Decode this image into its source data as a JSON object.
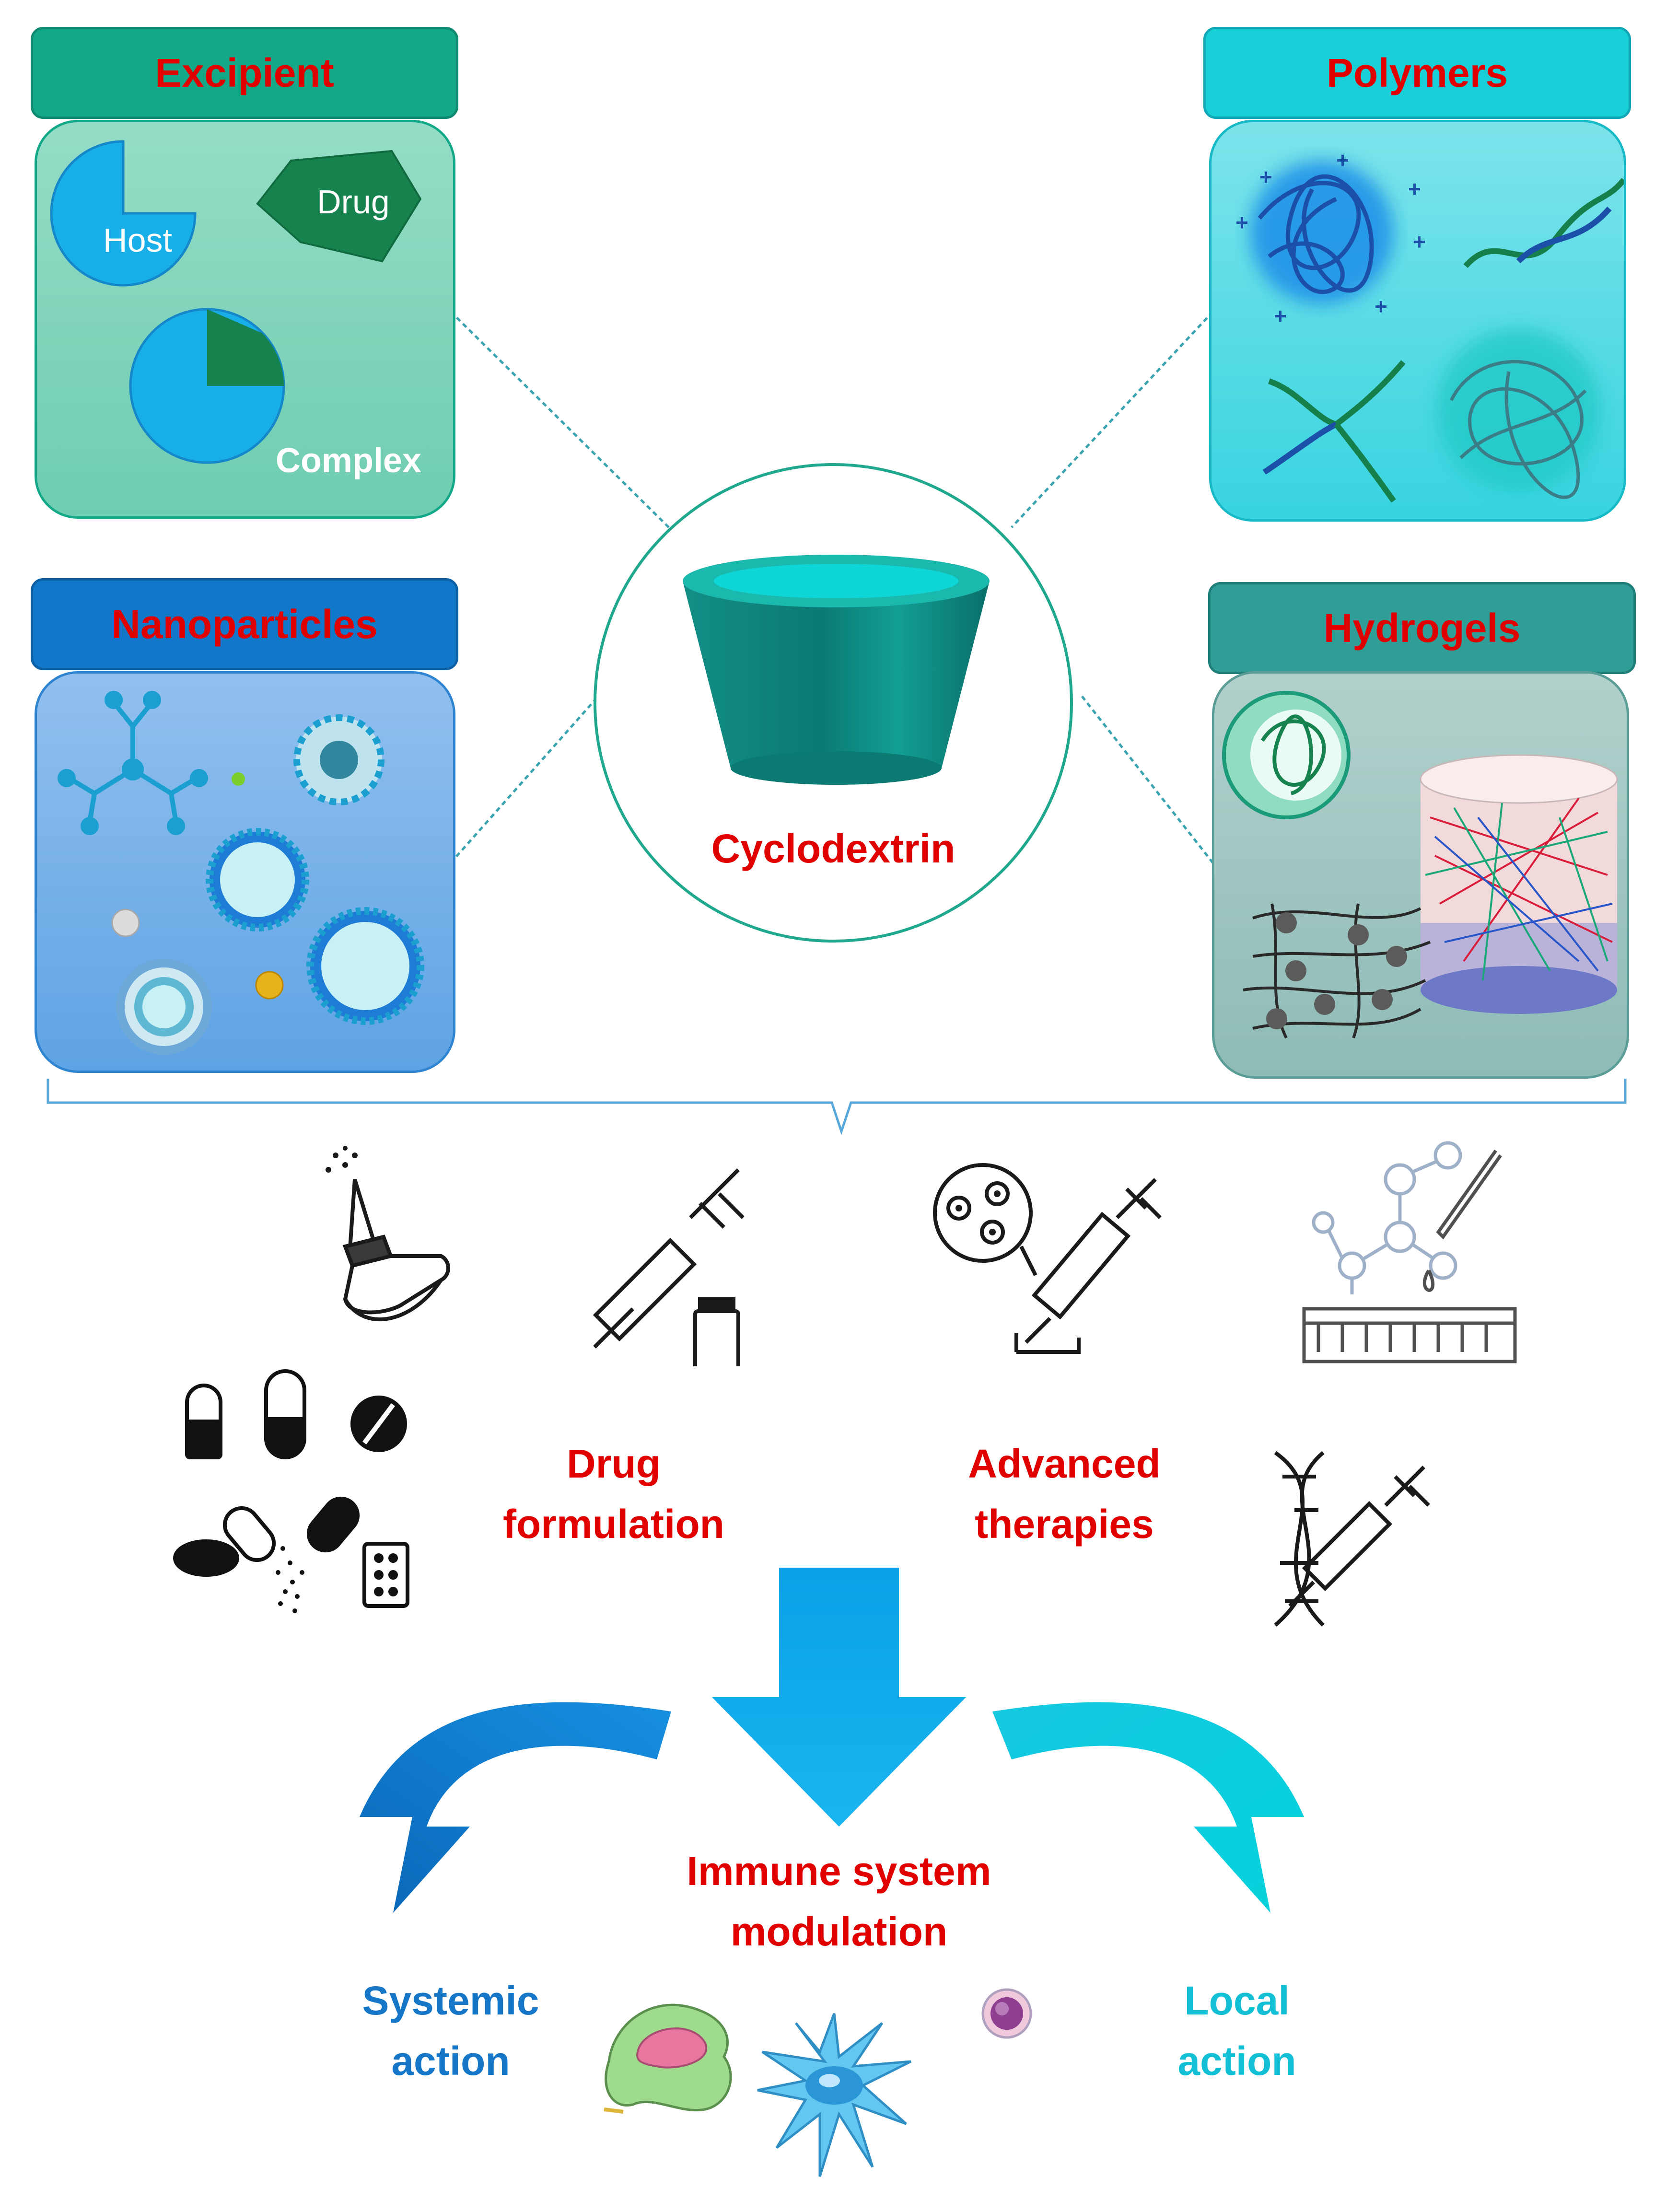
{
  "center": {
    "label": "Cyclodextrin"
  },
  "excipient": {
    "title": "Excipient",
    "host": "Host",
    "drug": "Drug",
    "complex": "Complex"
  },
  "polymers": {
    "title": "Polymers"
  },
  "nanoparticles": {
    "title": "Nanoparticles"
  },
  "hydrogels": {
    "title": "Hydrogels"
  },
  "applications": {
    "drug_formulation": [
      "Drug",
      "formulation"
    ],
    "advanced_therapies": [
      "Advanced",
      "therapies"
    ]
  },
  "outcome": {
    "title": [
      "Immune system",
      "modulation"
    ],
    "systemic": [
      "Systemic",
      "action"
    ],
    "local": [
      "Local",
      "action"
    ]
  },
  "colors": {
    "label_red": "#e00000",
    "teal": "#129e8a",
    "cyan": "#0fd0de",
    "blue": "#0b7ac9",
    "arrow_blue": "#00aeef"
  },
  "icons": [
    "nasal-spray-icon",
    "syringe-vial-icon",
    "cell-therapy-syringe-icon",
    "molecule-pipette-icon",
    "pills-icon",
    "dna-injection-icon",
    "macrophage-icon",
    "dendritic-cell-icon",
    "lymphocyte-icon"
  ]
}
